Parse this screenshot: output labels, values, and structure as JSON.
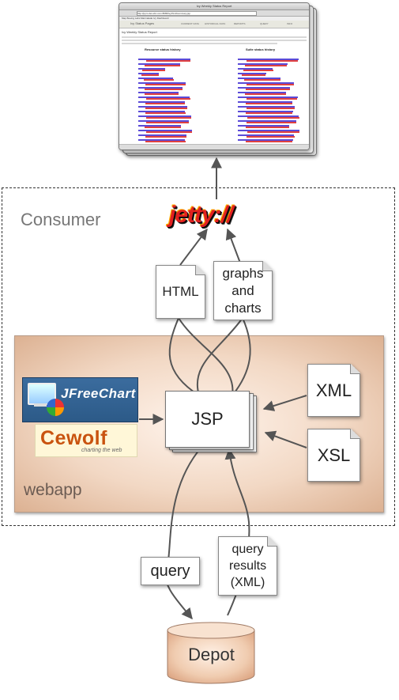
{
  "regions": {
    "consumer": {
      "label": "Consumer"
    },
    "webapp": {
      "label": "webapp"
    }
  },
  "browser": {
    "window_title": "Ivy Weekly Status Report",
    "url": "http://ppm.dev.sbc.com:8080/ivy/html/summary.jsp",
    "bookmarks": "Map   Boeing Labs   Marmalade   Ivy Dashboard",
    "site_name": "Ivy Status Pages",
    "nav": [
      "CURRENT DATA",
      "HISTORICAL DATA",
      "REPORTS",
      "QUERY",
      "INFO"
    ],
    "page_title": "Ivy Weekly Status Report",
    "charts": [
      {
        "title": "Resource status history"
      },
      {
        "title": "Suite status history"
      }
    ]
  },
  "server": {
    "name": "jetty://"
  },
  "documents": {
    "html": "HTML",
    "graphs": "graphs\nand\ncharts",
    "xml": "XML",
    "xsl": "XSL",
    "query": "query",
    "query_results": "query\nresults\n(XML)"
  },
  "jsp": {
    "label": "JSP"
  },
  "libraries": {
    "jfreechart": "JFreeChart",
    "cewolf": "Cewolf",
    "cewolf_tagline": "charting the web"
  },
  "depot": {
    "label": "Depot"
  },
  "colors": {
    "jetty_red": "#e02020",
    "webapp_fill": "#f2d8c4",
    "bar_blue": "#5a4ad8",
    "bar_red": "#e04040"
  }
}
